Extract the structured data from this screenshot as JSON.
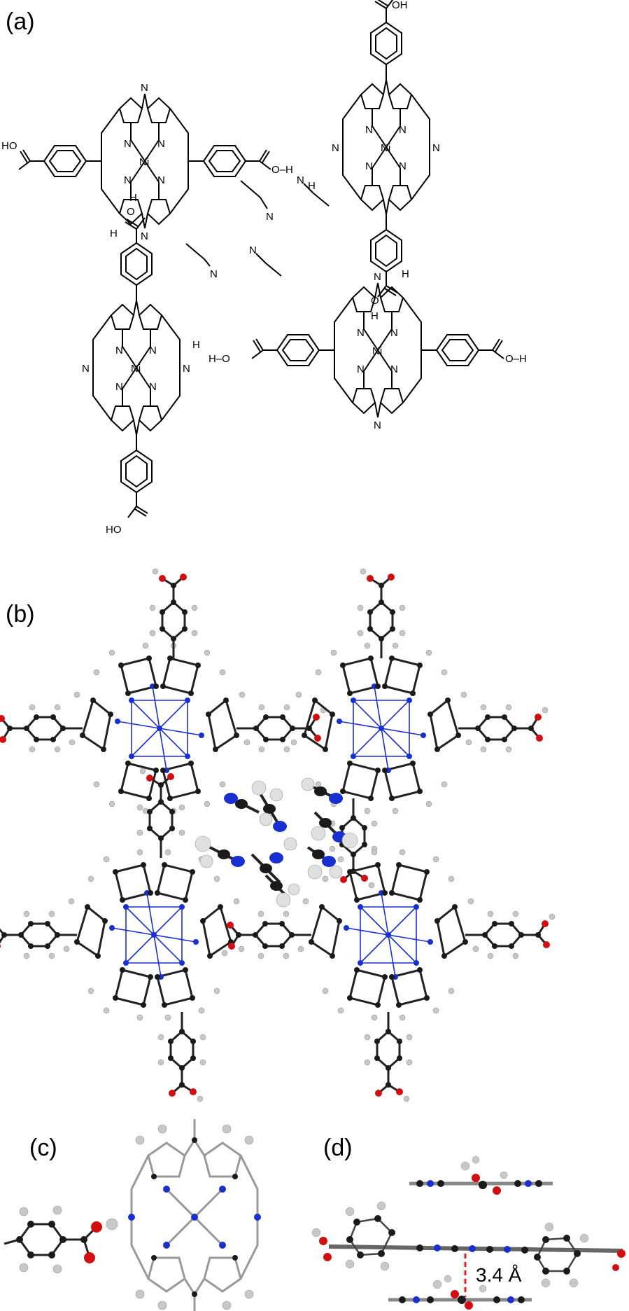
{
  "panels": {
    "a": {
      "label": "(a)"
    },
    "b": {
      "label": "(b)"
    },
    "c": {
      "label": "(c)"
    },
    "d": {
      "label": "(d)"
    }
  },
  "atoms": {
    "ni": "Ni",
    "n": "N",
    "h": "H",
    "hoc": "HO",
    "oh": "OH",
    "ohh": "O–H",
    "hoo": "H–O",
    "o": "O"
  },
  "measurement": "3.4 Å",
  "colors": {
    "carbon": "#1a1a1a",
    "nitrogen": "#1a2fd0",
    "oxygen": "#d01010",
    "hydrogen": "#c8c8c8",
    "spacing_line": "#e02020"
  }
}
